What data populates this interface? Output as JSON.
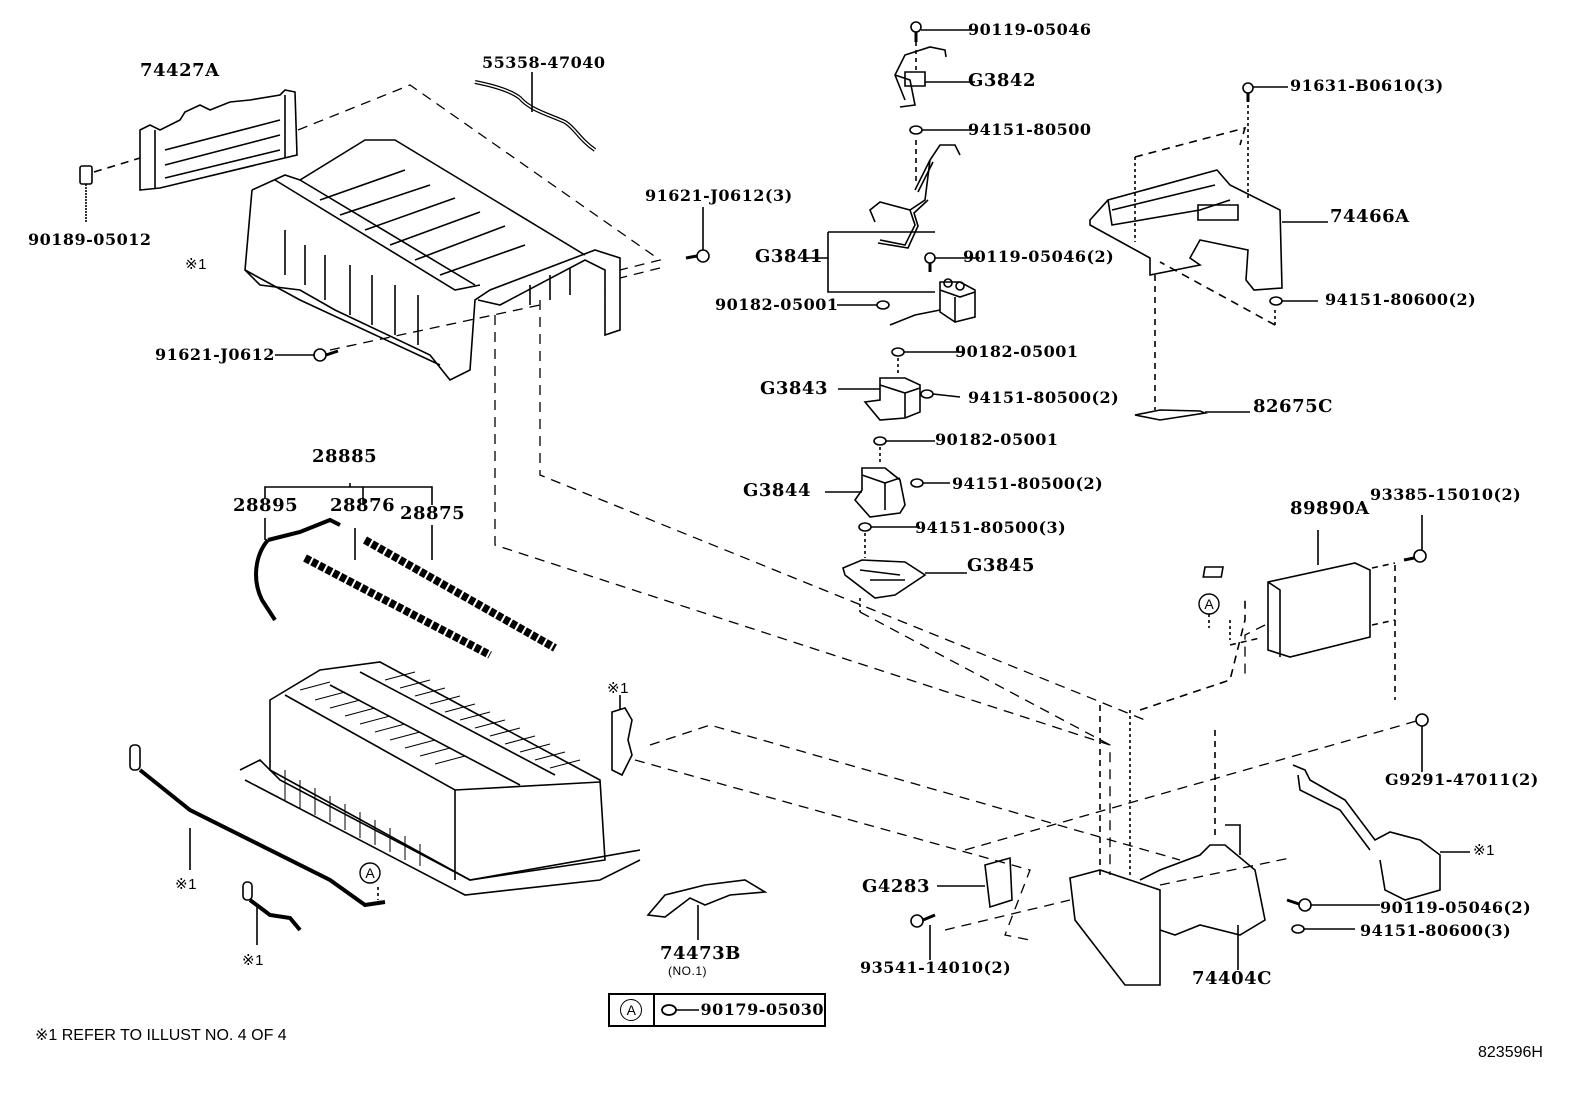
{
  "diagram": {
    "title": "Hybrid battery assembly exploded parts diagram",
    "illustration_id": "823596H",
    "footnote": "※1 REFER TO ILLUST NO. 4 OF 4",
    "legend": {
      "marker": "A",
      "part": "90179-05030"
    },
    "parts": {
      "p74427A": "74427A",
      "p55358_47040": "55358-47040",
      "p90189_05012": "90189-05012",
      "ref1_top": "※1",
      "p91621_J0612_3": "91621-J0612(3)",
      "p91621_J0612": "91621-J0612",
      "p90119_05046_top": "90119-05046",
      "pG3842": "G3842",
      "p94151_80500_top": "94151-80500",
      "pG3841": "G3841",
      "p90119_05046_2": "90119-05046(2)",
      "p90182_05001_a": "90182-05001",
      "p90182_05001_b": "90182-05001",
      "pG3843": "G3843",
      "p94151_80500_2a": "94151-80500(2)",
      "p90182_05001_c": "90182-05001",
      "pG3844": "G3844",
      "p94151_80500_2b": "94151-80500(2)",
      "p94151_80500_3": "94151-80500(3)",
      "pG3845": "G3845",
      "p91631_B0610_3": "91631-B0610(3)",
      "p74466A": "74466A",
      "p94151_80600_2": "94151-80600(2)",
      "p82675C": "82675C",
      "p89890A": "89890A",
      "p93385_15010_2": "93385-15010(2)",
      "circleA_ecu": "A",
      "p28885": "28885",
      "p28895": "28895",
      "p28876": "28876",
      "p28875": "28875",
      "ref1_pack": "※1",
      "ref1_cable_long": "※1",
      "ref1_cable_short": "※1",
      "circleA_pack": "A",
      "p74473B": "74473B",
      "p74473B_note": "(NO.1)",
      "pG4283": "G4283",
      "p93541_14010_2": "93541-14010(2)",
      "pG9291_47011_2": "G9291-47011(2)",
      "ref1_plug": "※1",
      "p90119_05046_2b": "90119-05046(2)",
      "p94151_80600_3": "94151-80600(3)",
      "p74404C": "74404C"
    }
  }
}
